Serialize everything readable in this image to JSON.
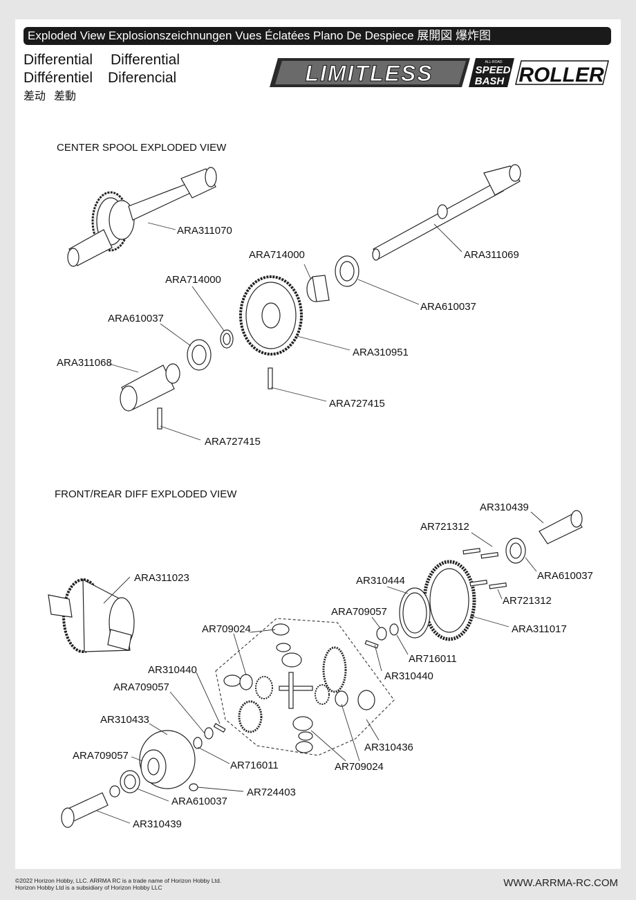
{
  "header": {
    "banner": "Exploded View  Explosionszeichnungen  Vues Éclatées  Plano De Despiece 展開図  爆炸图"
  },
  "titles": {
    "en": "Differential",
    "de": "Differential",
    "fr": "Différentiel",
    "es": "Diferencial",
    "zh_cn": "差动",
    "zh_tw": "差動"
  },
  "logo": {
    "main": "LIMITLESS",
    "badge_small": "ALL-ROAD",
    "badge_line1": "SPEED",
    "badge_line2": "BASH",
    "roller": "ROLLER"
  },
  "sections": {
    "center_spool": "CENTER SPOOL EXPLODED VIEW",
    "front_rear": "FRONT/REAR DIFF EXPLODED VIEW"
  },
  "parts_center": [
    "ARA311070",
    "ARA714000",
    "ARA311069",
    "ARA714000",
    "ARA610037",
    "ARA610037",
    "ARA310951",
    "ARA311068",
    "ARA727415",
    "ARA727415"
  ],
  "parts_diff": [
    "AR310439",
    "AR721312",
    "ARA610037",
    "AR310444",
    "ARA311023",
    "AR721312",
    "ARA709057",
    "ARA311017",
    "AR709024",
    "AR716011",
    "AR310440",
    "AR310440",
    "ARA709057",
    "AR310433",
    "AR310436",
    "ARA709057",
    "AR716011",
    "AR709024",
    "AR724403",
    "ARA610037",
    "AR310439"
  ],
  "footer": {
    "copyright_line1": "©2022 Horizon Hobby, LLC. ARRMA RC is a trade name of Horizon Hobby Ltd.",
    "copyright_line2": "Horizon Hobby Ltd is a subsidiary of Horizon Hobby LLC",
    "website": "WWW.ARRMA-RC.COM"
  },
  "colors": {
    "banner_bg": "#1a1a1a",
    "page_bg": "#ffffff",
    "margin_bg": "#e6e6e6"
  }
}
